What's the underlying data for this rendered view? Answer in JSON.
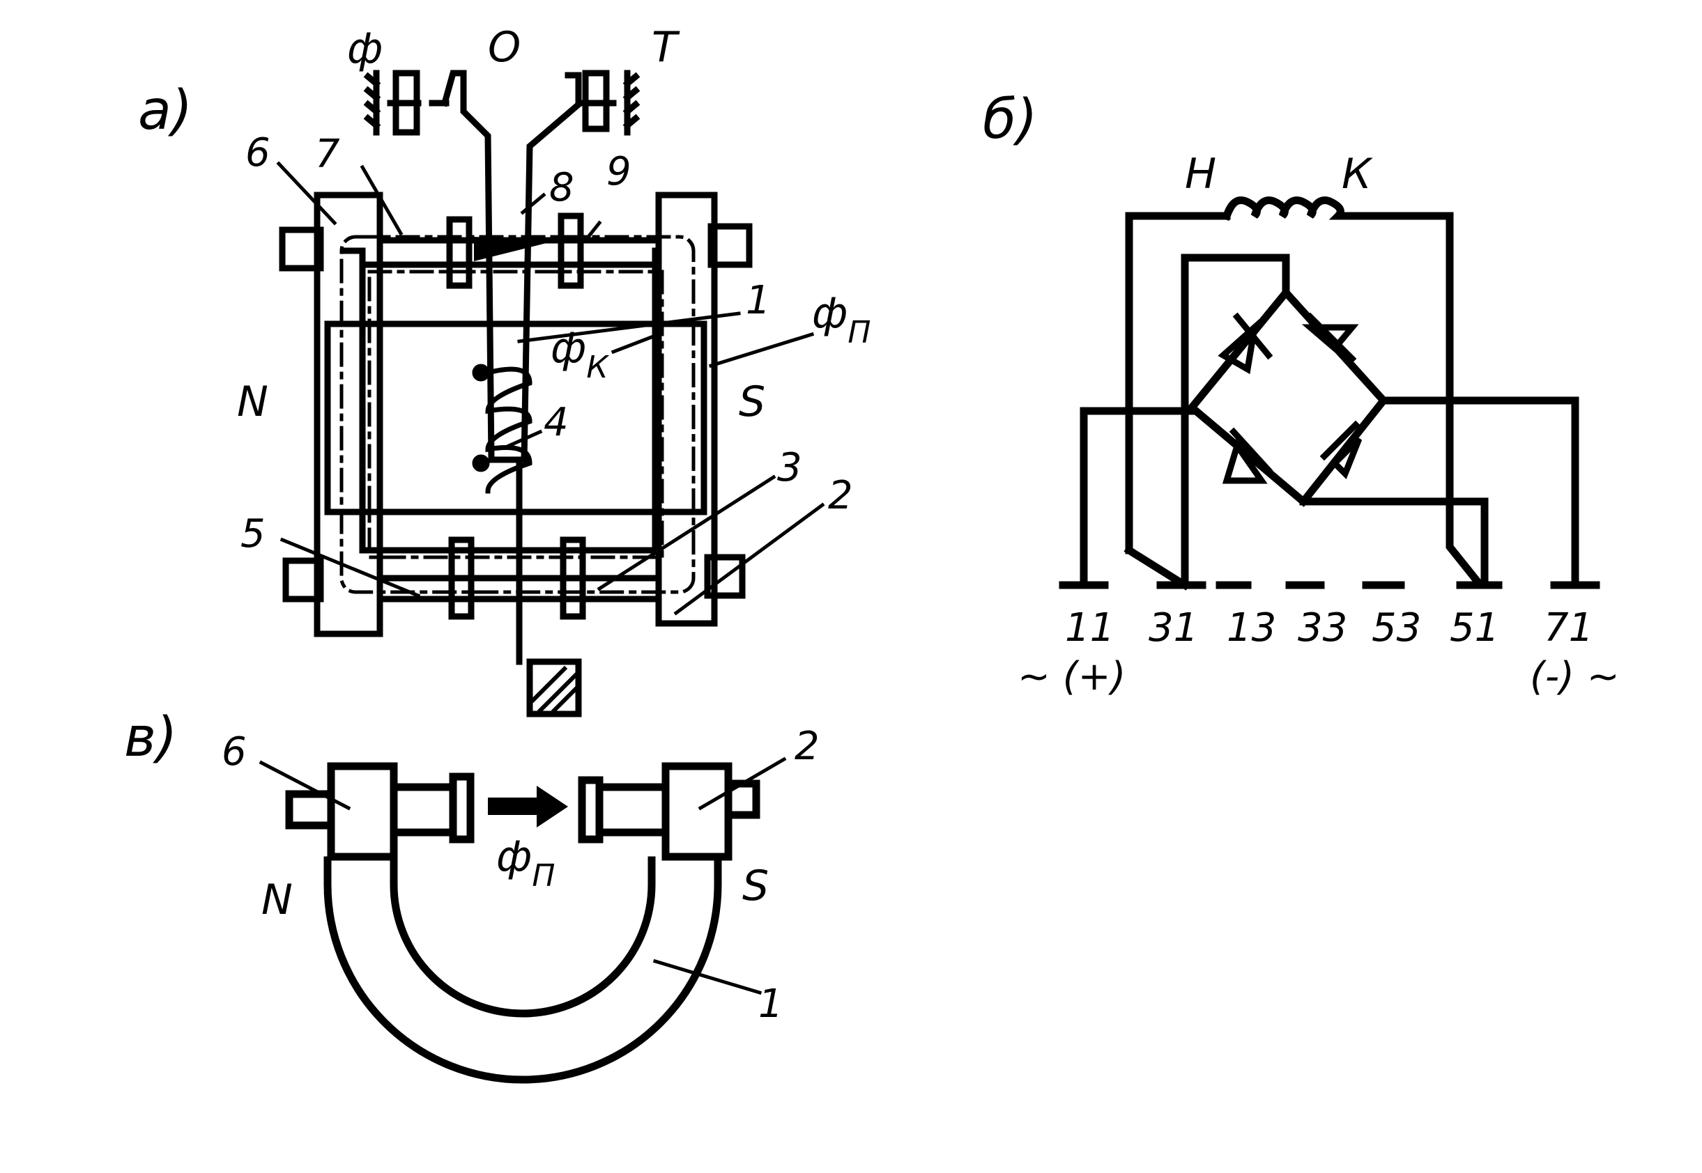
{
  "panel_a": {
    "label": "а)",
    "top_labels": {
      "f": "ф",
      "o": "О",
      "t": "Т"
    },
    "pole_n": "N",
    "pole_s": "S",
    "callouts": {
      "c1": "1",
      "c2": "2",
      "c3": "3",
      "c4": "4",
      "c5": "5",
      "c6": "6",
      "c7": "7",
      "c8": "8",
      "c9": "9"
    },
    "flux_p": {
      "main": "ф",
      "sub": "П"
    },
    "flux_k": {
      "main": "ф",
      "sub": "К"
    }
  },
  "panel_b": {
    "label": "б)",
    "coil_h": "Н",
    "coil_k": "К",
    "terminals": [
      "11",
      "31",
      "13",
      "33",
      "53",
      "51",
      "71"
    ],
    "supply_left": "~ (+)",
    "supply_right": "(-)  ~"
  },
  "panel_v": {
    "label": "в)",
    "callout_6": "6",
    "callout_2": "2",
    "callout_1": "1",
    "pole_n": "N",
    "pole_s": "S",
    "flux_p": {
      "main": "ф",
      "sub": "П"
    }
  }
}
